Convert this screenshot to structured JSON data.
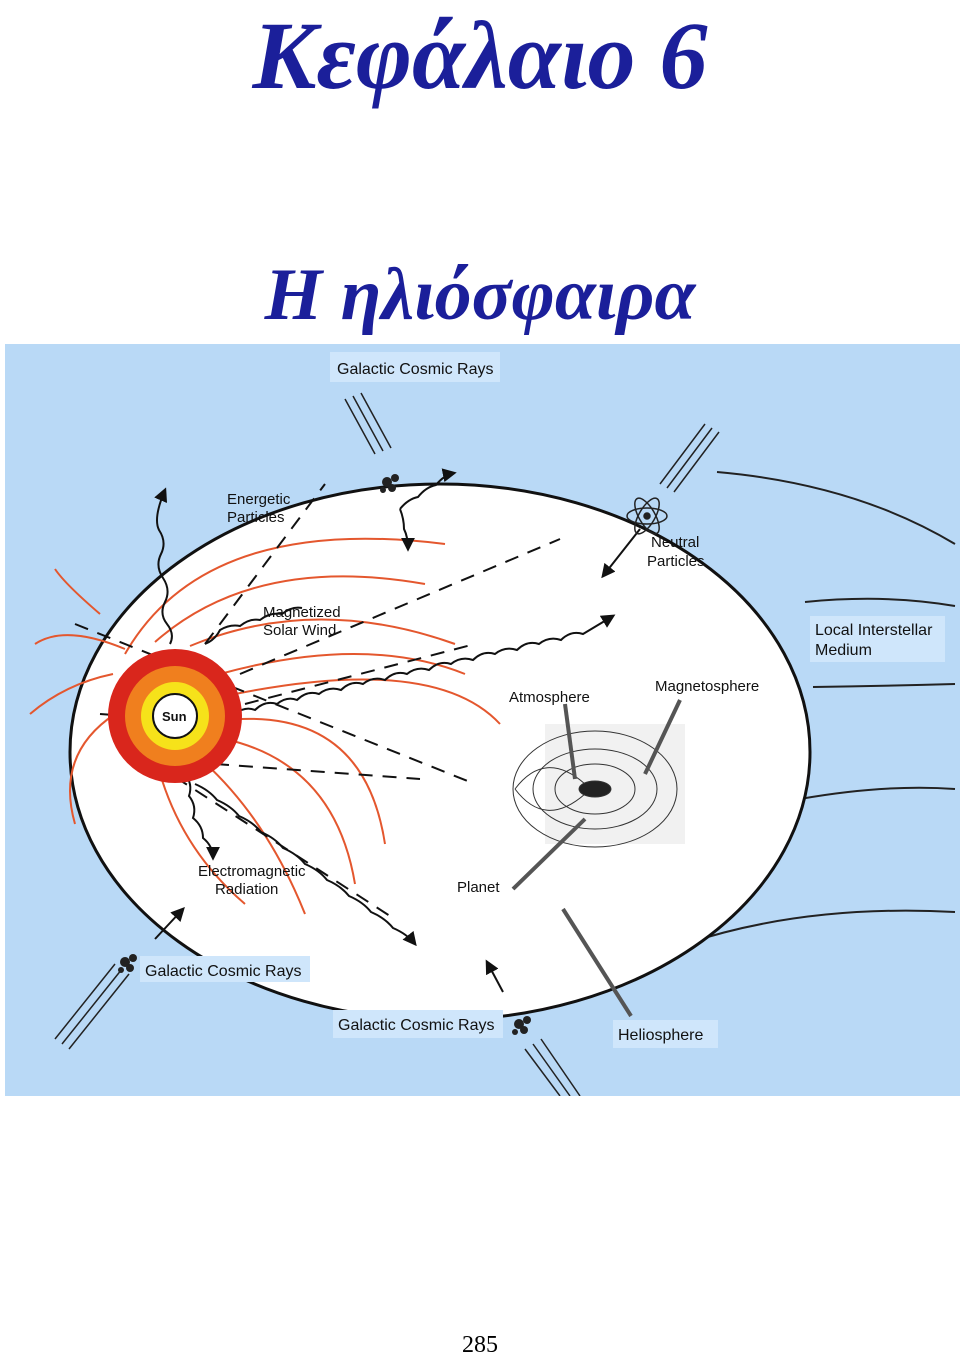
{
  "chapter": {
    "title": "Κεφάλαιο 6",
    "subtitle": "Η ηλιόσφαιρα"
  },
  "figure": {
    "labels": {
      "galactic_top": "Galactic Cosmic Rays",
      "energetic_1": "Energetic",
      "energetic_2": "Particles",
      "neutral_1": "Neutral",
      "neutral_2": "Particles",
      "magsolar_1": "Magnetized",
      "magsolar_2": "Solar Wind",
      "lism_1": "Local Interstellar",
      "lism_2": "Medium",
      "sun": "Sun",
      "atmosphere": "Atmosphere",
      "magnetosphere": "Magnetosphere",
      "em_1": "Electromagnetic",
      "em_2": "Radiation",
      "planet": "Planet",
      "galactic_left": "Galactic Cosmic Rays",
      "galactic_bottom": "Galactic Cosmic Rays",
      "heliosphere": "Heliosphere"
    },
    "colors": {
      "background": "#b9d9f6",
      "ellipse": "#ffffff",
      "field_lines": "#e4572e",
      "sun_outer": "#d9261c",
      "sun_mid": "#f07f1e",
      "sun_inner": "#f6e21a",
      "label_box": "#cfe6fb"
    }
  },
  "page_number": "285"
}
